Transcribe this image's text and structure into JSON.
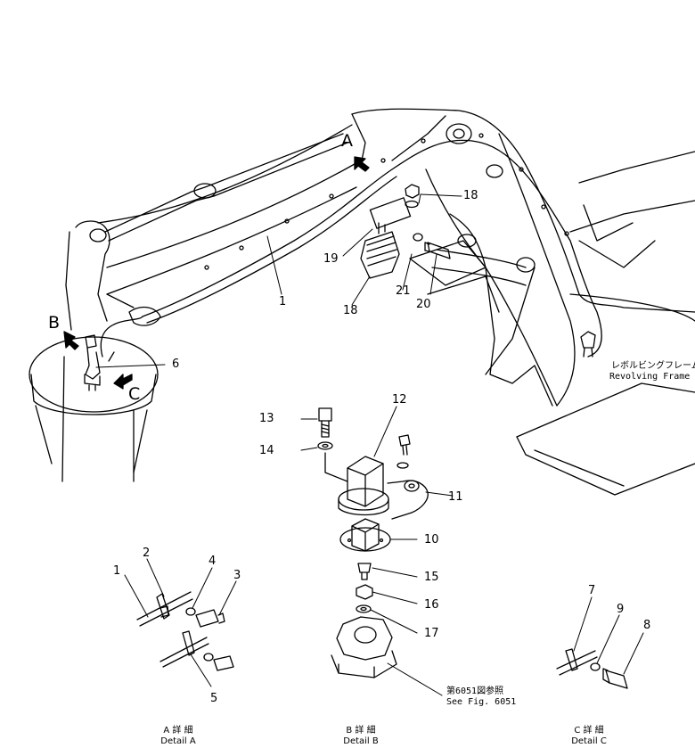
{
  "figure": {
    "part_numbers": [
      "1",
      "2",
      "3",
      "4",
      "5",
      "6",
      "7",
      "8",
      "9",
      "10",
      "11",
      "12",
      "13",
      "14",
      "15",
      "16",
      "17",
      "18",
      "19",
      "20",
      "21"
    ],
    "main_callouts": {
      "n1": "1",
      "n6": "6",
      "n18a": "18",
      "n18b": "18",
      "n19": "19",
      "n20": "20",
      "n21": "21",
      "n10": "10",
      "n11": "11",
      "n12": "12",
      "n13": "13",
      "n14": "14",
      "n15": "15",
      "n16": "16",
      "n17": "17"
    },
    "detail_callouts": {
      "n1": "1",
      "n2": "2",
      "n3": "3",
      "n4": "4",
      "n5": "5",
      "n7": "7",
      "n8": "8",
      "n9": "9"
    },
    "view_letters": {
      "a": "A",
      "b": "B",
      "c": "C"
    },
    "notes": {
      "revolving_frame_jp": "レボルビングフレーム",
      "revolving_frame_en": "Revolving  Frame",
      "see_fig_jp": "第6051図参照",
      "see_fig_en": "See  Fig. 6051"
    },
    "captions": {
      "detail_a_jp": "A 詳 細",
      "detail_a_en": "Detail A",
      "detail_b_jp": "B 詳 細",
      "detail_b_en": "Detail B",
      "detail_c_jp": "C 詳 細",
      "detail_c_en": "Detail C"
    }
  }
}
